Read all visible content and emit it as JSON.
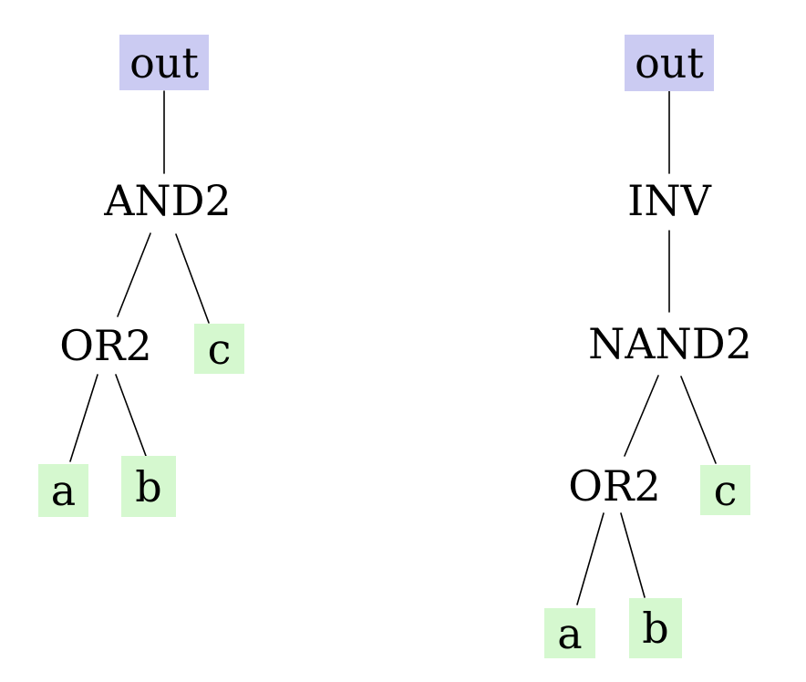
{
  "colors": {
    "background": "#ffffff",
    "output_node_fill": "#cbcbf2",
    "input_node_fill": "#d5f8cf",
    "edge": "#000000",
    "text": "#000000"
  },
  "trees": [
    {
      "name": "left-tree",
      "nodes": [
        {
          "id": "out",
          "label": "out",
          "type": "output"
        },
        {
          "id": "and2",
          "label": "AND2",
          "type": "gate"
        },
        {
          "id": "or2",
          "label": "OR2",
          "type": "gate"
        },
        {
          "id": "c",
          "label": "c",
          "type": "input"
        },
        {
          "id": "a",
          "label": "a",
          "type": "input"
        },
        {
          "id": "b",
          "label": "b",
          "type": "input"
        }
      ],
      "edges": [
        {
          "from": "out",
          "to": "AND2"
        },
        {
          "from": "AND2",
          "to": "OR2"
        },
        {
          "from": "AND2",
          "to": "c"
        },
        {
          "from": "OR2",
          "to": "a"
        },
        {
          "from": "OR2",
          "to": "b"
        }
      ]
    },
    {
      "name": "right-tree",
      "nodes": [
        {
          "id": "out",
          "label": "out",
          "type": "output"
        },
        {
          "id": "inv",
          "label": "INV",
          "type": "gate"
        },
        {
          "id": "nand2",
          "label": "NAND2",
          "type": "gate"
        },
        {
          "id": "or2",
          "label": "OR2",
          "type": "gate"
        },
        {
          "id": "c",
          "label": "c",
          "type": "input"
        },
        {
          "id": "a",
          "label": "a",
          "type": "input"
        },
        {
          "id": "b",
          "label": "b",
          "type": "input"
        }
      ],
      "edges": [
        {
          "from": "out",
          "to": "INV"
        },
        {
          "from": "INV",
          "to": "NAND2"
        },
        {
          "from": "NAND2",
          "to": "OR2"
        },
        {
          "from": "NAND2",
          "to": "c"
        },
        {
          "from": "OR2",
          "to": "a"
        },
        {
          "from": "OR2",
          "to": "b"
        }
      ]
    }
  ]
}
